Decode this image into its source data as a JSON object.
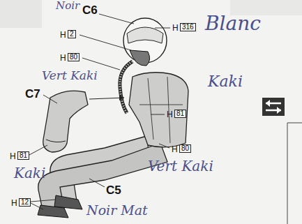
{
  "diagram": {
    "labels": [
      "Noir",
      "C6",
      "H",
      "2",
      "H",
      "316",
      "Blanc",
      "H",
      "80",
      "Vert Kaki",
      "C7",
      "Kaki",
      "H",
      "81",
      "H",
      "81",
      "Kaki",
      "H",
      "80",
      "Vert Kaki",
      "H",
      "12",
      "Noir Mat",
      "C5"
    ]
  }
}
